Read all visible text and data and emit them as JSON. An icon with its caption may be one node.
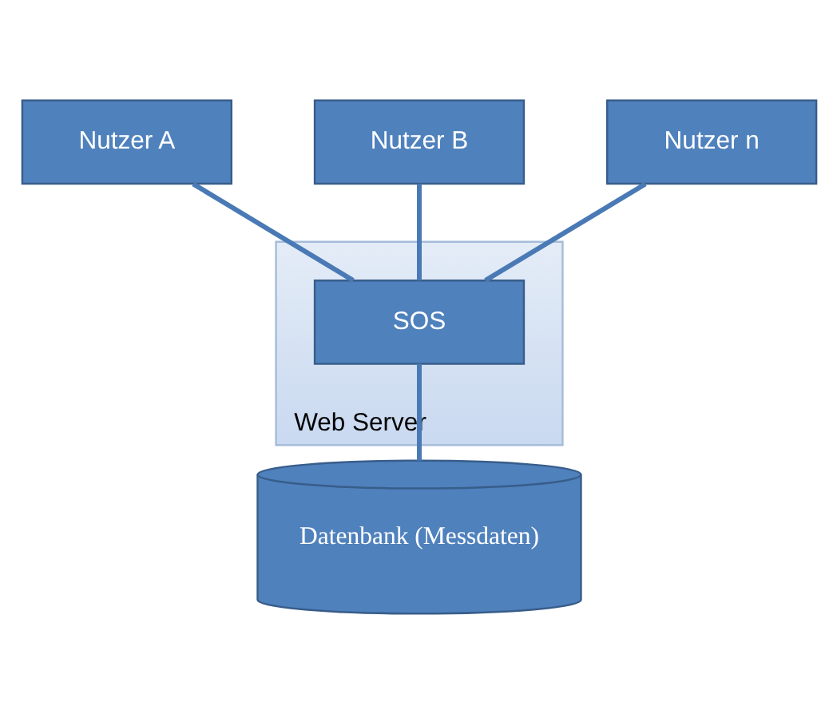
{
  "diagram": {
    "nodes": [
      {
        "text": [
          "Nutzer A"
        ]
      },
      {
        "text": [
          "Nutzer B"
        ]
      },
      {
        "text": [
          "Nutzer n"
        ]
      },
      {
        "text": [
          "Web Server"
        ]
      },
      {
        "text": [
          "SOS"
        ],
        "in": 3
      },
      {
        "text": [
          "Datenbank (Messdaten)"
        ]
      }
    ],
    "edges": [
      {
        "from": 0,
        "to": 4,
        "arrow": "none"
      },
      {
        "from": 1,
        "to": 4,
        "arrow": "none"
      },
      {
        "from": 2,
        "to": 4,
        "arrow": "none"
      },
      {
        "from": 4,
        "to": 5,
        "arrow": "none"
      }
    ]
  }
}
